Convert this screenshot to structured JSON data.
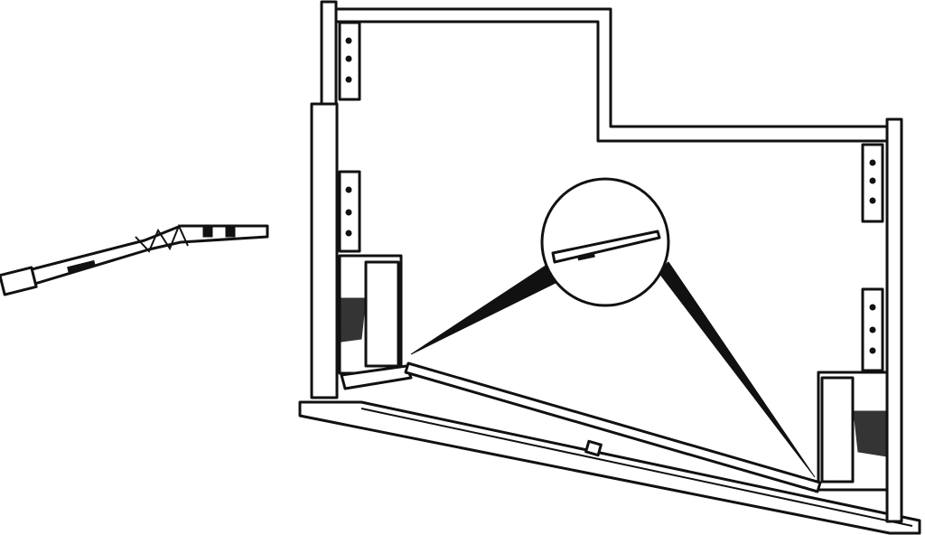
{
  "diagram": {
    "colors": {
      "line": "#111111",
      "background": "#ffffff"
    },
    "parts": [
      "cabinet-frame",
      "left-hinge-post",
      "right-hinge-post",
      "base-panel",
      "connecting-rod",
      "magnifier-detail",
      "detached-rod"
    ]
  }
}
